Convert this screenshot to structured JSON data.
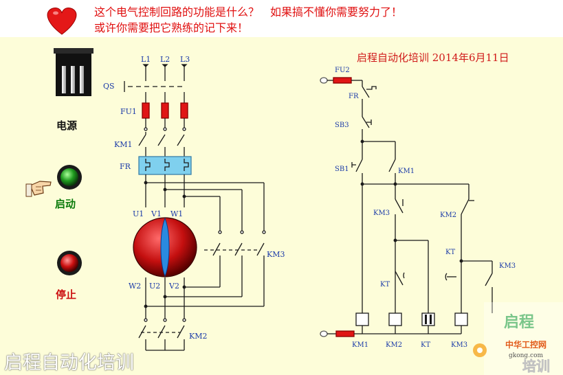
{
  "quiz": {
    "line1": "这个电气控制回路的功能是什么？　如果搞不懂你需要努力了！",
    "line2": "或许你需要把它熟练的记下来！"
  },
  "header": {
    "text": "启程自动化培训  2014年6月11日"
  },
  "controls": {
    "power": "电源",
    "start": "启动",
    "stop": "停止"
  },
  "main_circuit": {
    "phases": [
      "L1",
      "L2",
      "L3"
    ],
    "switch": "QS",
    "fuse": "FU1",
    "contactor_top": "KM1",
    "overload": "FR",
    "motor_top_terminals": [
      "U1",
      "V1",
      "W1"
    ],
    "motor_bottom_terminals": [
      "W2",
      "U2",
      "V2"
    ],
    "contactor_star": "KM3",
    "contactor_bottom": "KM2"
  },
  "control_circuit": {
    "fuse": "FU2",
    "overload": "FR",
    "stop_button": "SB3",
    "start_button": "SB1",
    "start_hold": "KM1",
    "km3_left": "KM3",
    "km2_right": "KM2",
    "timer_nc": "KT",
    "timer_no": "KT",
    "km3_aux": "KM3",
    "coils": [
      "KM1",
      "KM2",
      "KT",
      "KM3"
    ]
  },
  "watermark": {
    "text": "启程自动化培训",
    "logo_top": "启程",
    "logo_mid": "中华工控网",
    "logo_url": "gkong.com",
    "logo_bottom": "培训"
  },
  "colors": {
    "wire": "#1a1a1a",
    "label": "#1a3aa8",
    "fuse_red": "#e01515",
    "fr_block": "#7fd0ee",
    "motor": "#cc1111"
  }
}
